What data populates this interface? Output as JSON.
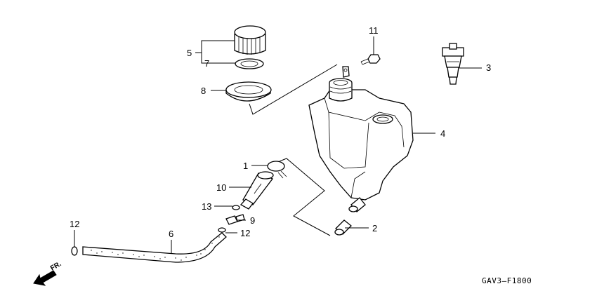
{
  "diagram": {
    "callouts": [
      {
        "id": "c1",
        "label": "1"
      },
      {
        "id": "c2",
        "label": "2"
      },
      {
        "id": "c3",
        "label": "3"
      },
      {
        "id": "c4",
        "label": "4"
      },
      {
        "id": "c5",
        "label": "5"
      },
      {
        "id": "c6",
        "label": "6"
      },
      {
        "id": "c7",
        "label": "7"
      },
      {
        "id": "c8",
        "label": "8"
      },
      {
        "id": "c9",
        "label": "9"
      },
      {
        "id": "c10",
        "label": "10"
      },
      {
        "id": "c11",
        "label": "11"
      },
      {
        "id": "c12a",
        "label": "12"
      },
      {
        "id": "c12b",
        "label": "12"
      },
      {
        "id": "c13",
        "label": "13"
      }
    ],
    "direction_label": "FR.",
    "drawing_code": "GAV3–F1800"
  }
}
